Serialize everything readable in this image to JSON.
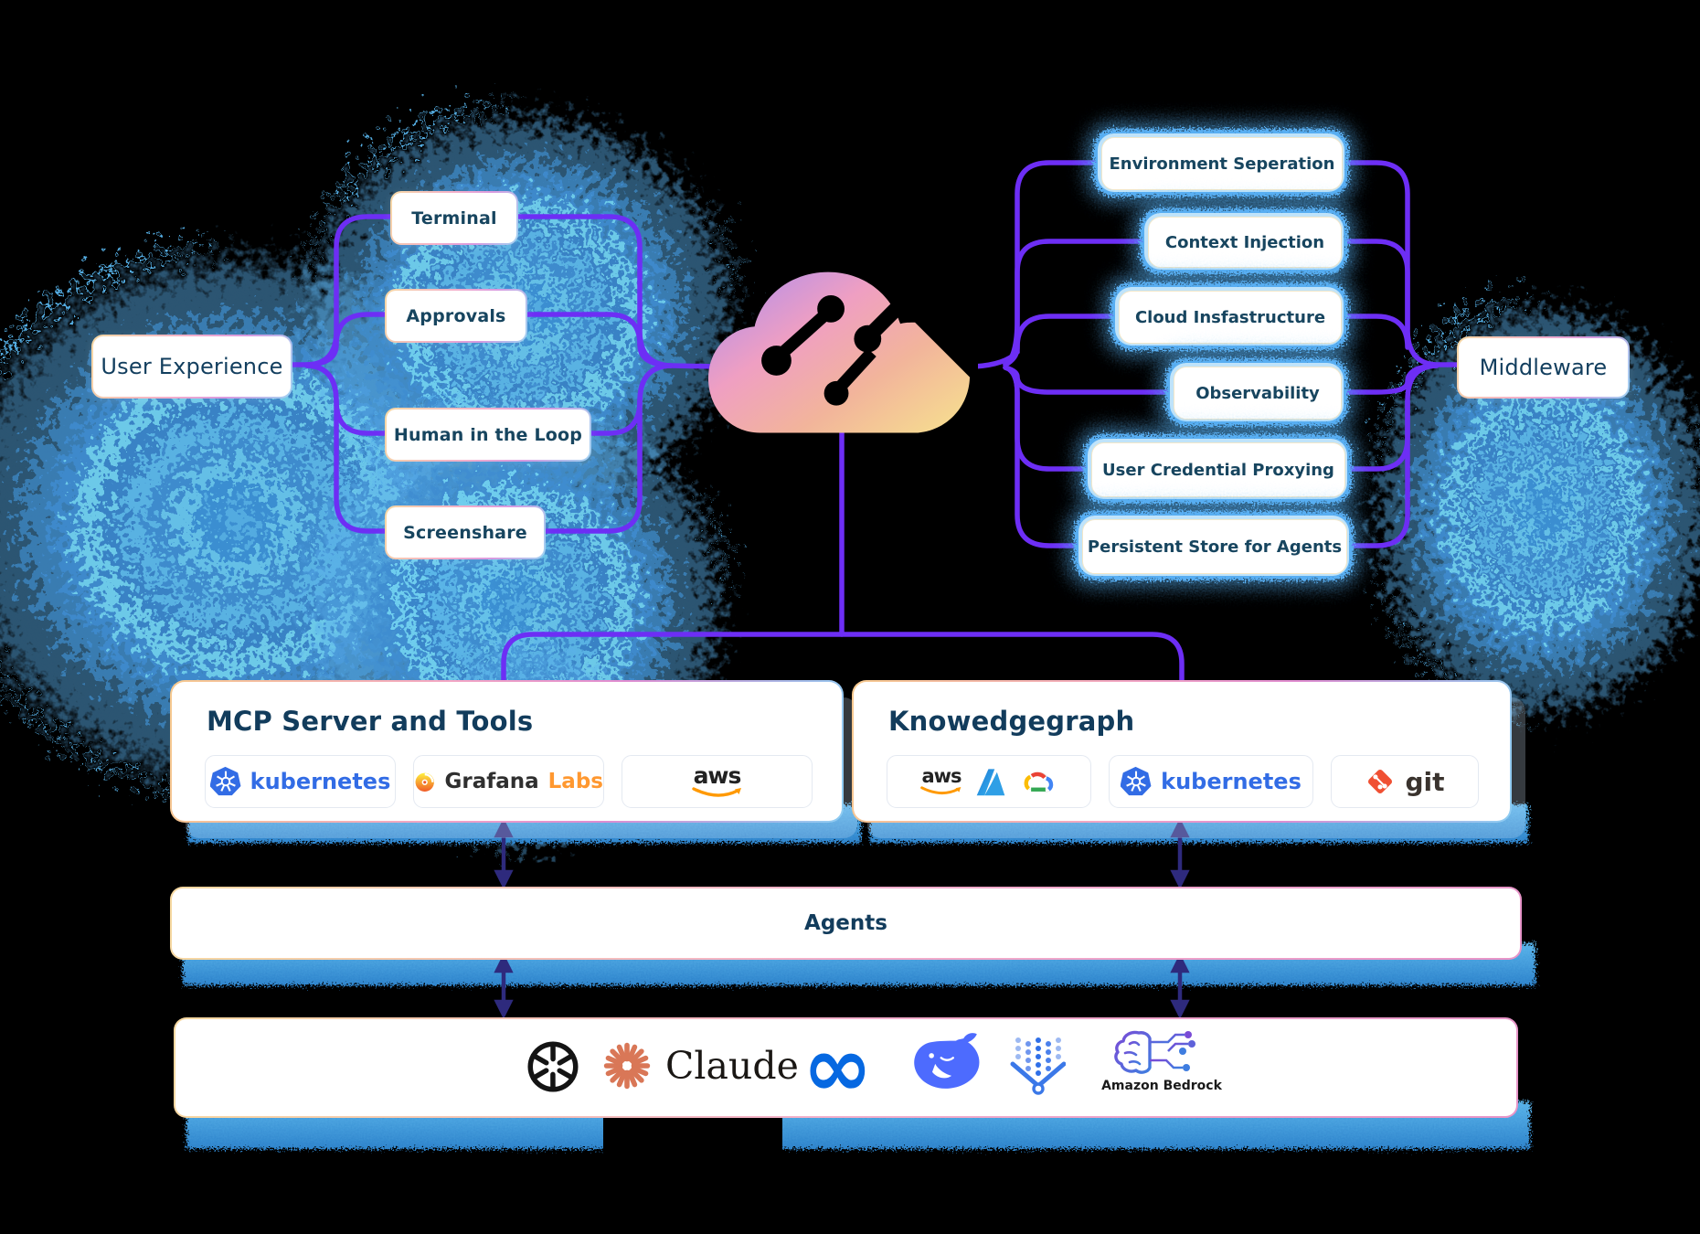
{
  "left_group": {
    "hub_label": "User Experience",
    "items": [
      "Terminal",
      "Approvals",
      "Human in the Loop",
      "Screenshare"
    ]
  },
  "right_group": {
    "hub_label": "Middleware",
    "items": [
      "Environment Seperation",
      "Context Injection",
      "Cloud Insfastructure",
      "Observability",
      "User Credential Proxying",
      "Persistent Store for Agents"
    ]
  },
  "center_logo": {
    "name": "circuit-cloud-logo"
  },
  "mcp_panel": {
    "title": "MCP Server and Tools",
    "chips": [
      {
        "name": "kubernetes",
        "label": "kubernetes"
      },
      {
        "name": "grafana-labs",
        "label_primary": "Grafana",
        "label_secondary": "Labs"
      },
      {
        "name": "aws",
        "label": "aws"
      }
    ]
  },
  "knowledge_panel": {
    "title": "Knowedgegraph",
    "chips": [
      {
        "name": "cloud-providers",
        "aws_label": "aws",
        "logos": [
          "aws",
          "azure",
          "google-cloud"
        ]
      },
      {
        "name": "kubernetes",
        "label": "kubernetes"
      },
      {
        "name": "git",
        "label": "git"
      }
    ]
  },
  "agents_bar": {
    "label": "Agents"
  },
  "models_bar": {
    "logos": [
      "openai",
      "claude",
      "meta",
      "deepseek",
      "data-funnel",
      "amazon-bedrock"
    ],
    "claude_label": "Claude",
    "bedrock_label": "Amazon Bedrock"
  },
  "colors": {
    "accent_purple": "#6D2EF5",
    "arrow_indigo": "#2E2A7D",
    "glow_blue": "#56AEF0",
    "navy_text": "#17455F",
    "kubernetes_blue": "#326CE5",
    "grafana_orange": "#FF9830",
    "aws_orange": "#FF9900",
    "git_orange": "#F05033",
    "meta_blue": "#0668E1",
    "deepseek_blue": "#4D6BFE",
    "claude_coral": "#D97757"
  }
}
